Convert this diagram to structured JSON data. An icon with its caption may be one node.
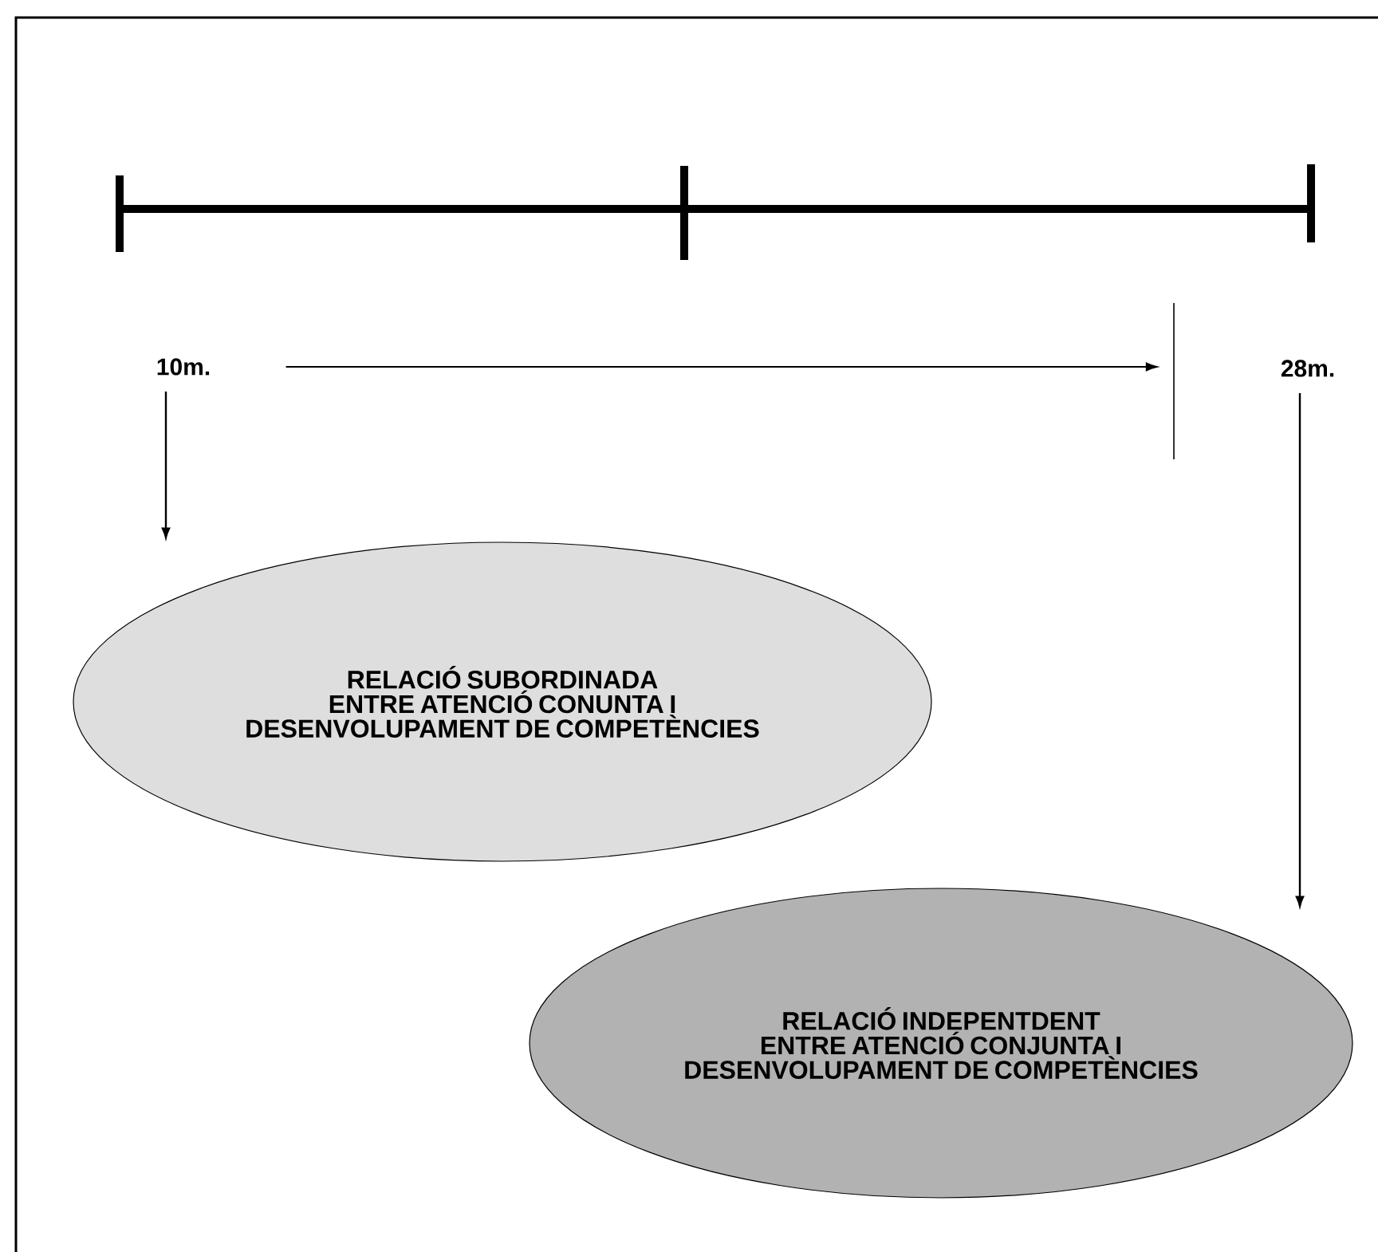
{
  "diagram": {
    "nodes": [
      {
        "text": [
          "10m."
        ]
      },
      {
        "text": [],
        "shape": "bar"
      },
      {
        "text": [
          "28m."
        ]
      },
      {
        "text": [
          "RELACIÓ SUBORDINADA ENTRE ATENCIÓ CONUNTA I DESENVOLUPAMENT DE COMPETÈNCIES"
        ]
      },
      {
        "text": [
          "RELACIÓ INDEPENTDENT ENTRE ATENCIÓ CONJUNTA I DESENVOLUPAMENT DE COMPETÈNCIES"
        ]
      }
    ],
    "edges": [
      {
        "from": 0,
        "to": 1,
        "arrow": "to"
      },
      {
        "from": 0,
        "to": 3,
        "arrow": "to"
      },
      {
        "from": 2,
        "to": 4,
        "arrow": "to"
      }
    ]
  }
}
